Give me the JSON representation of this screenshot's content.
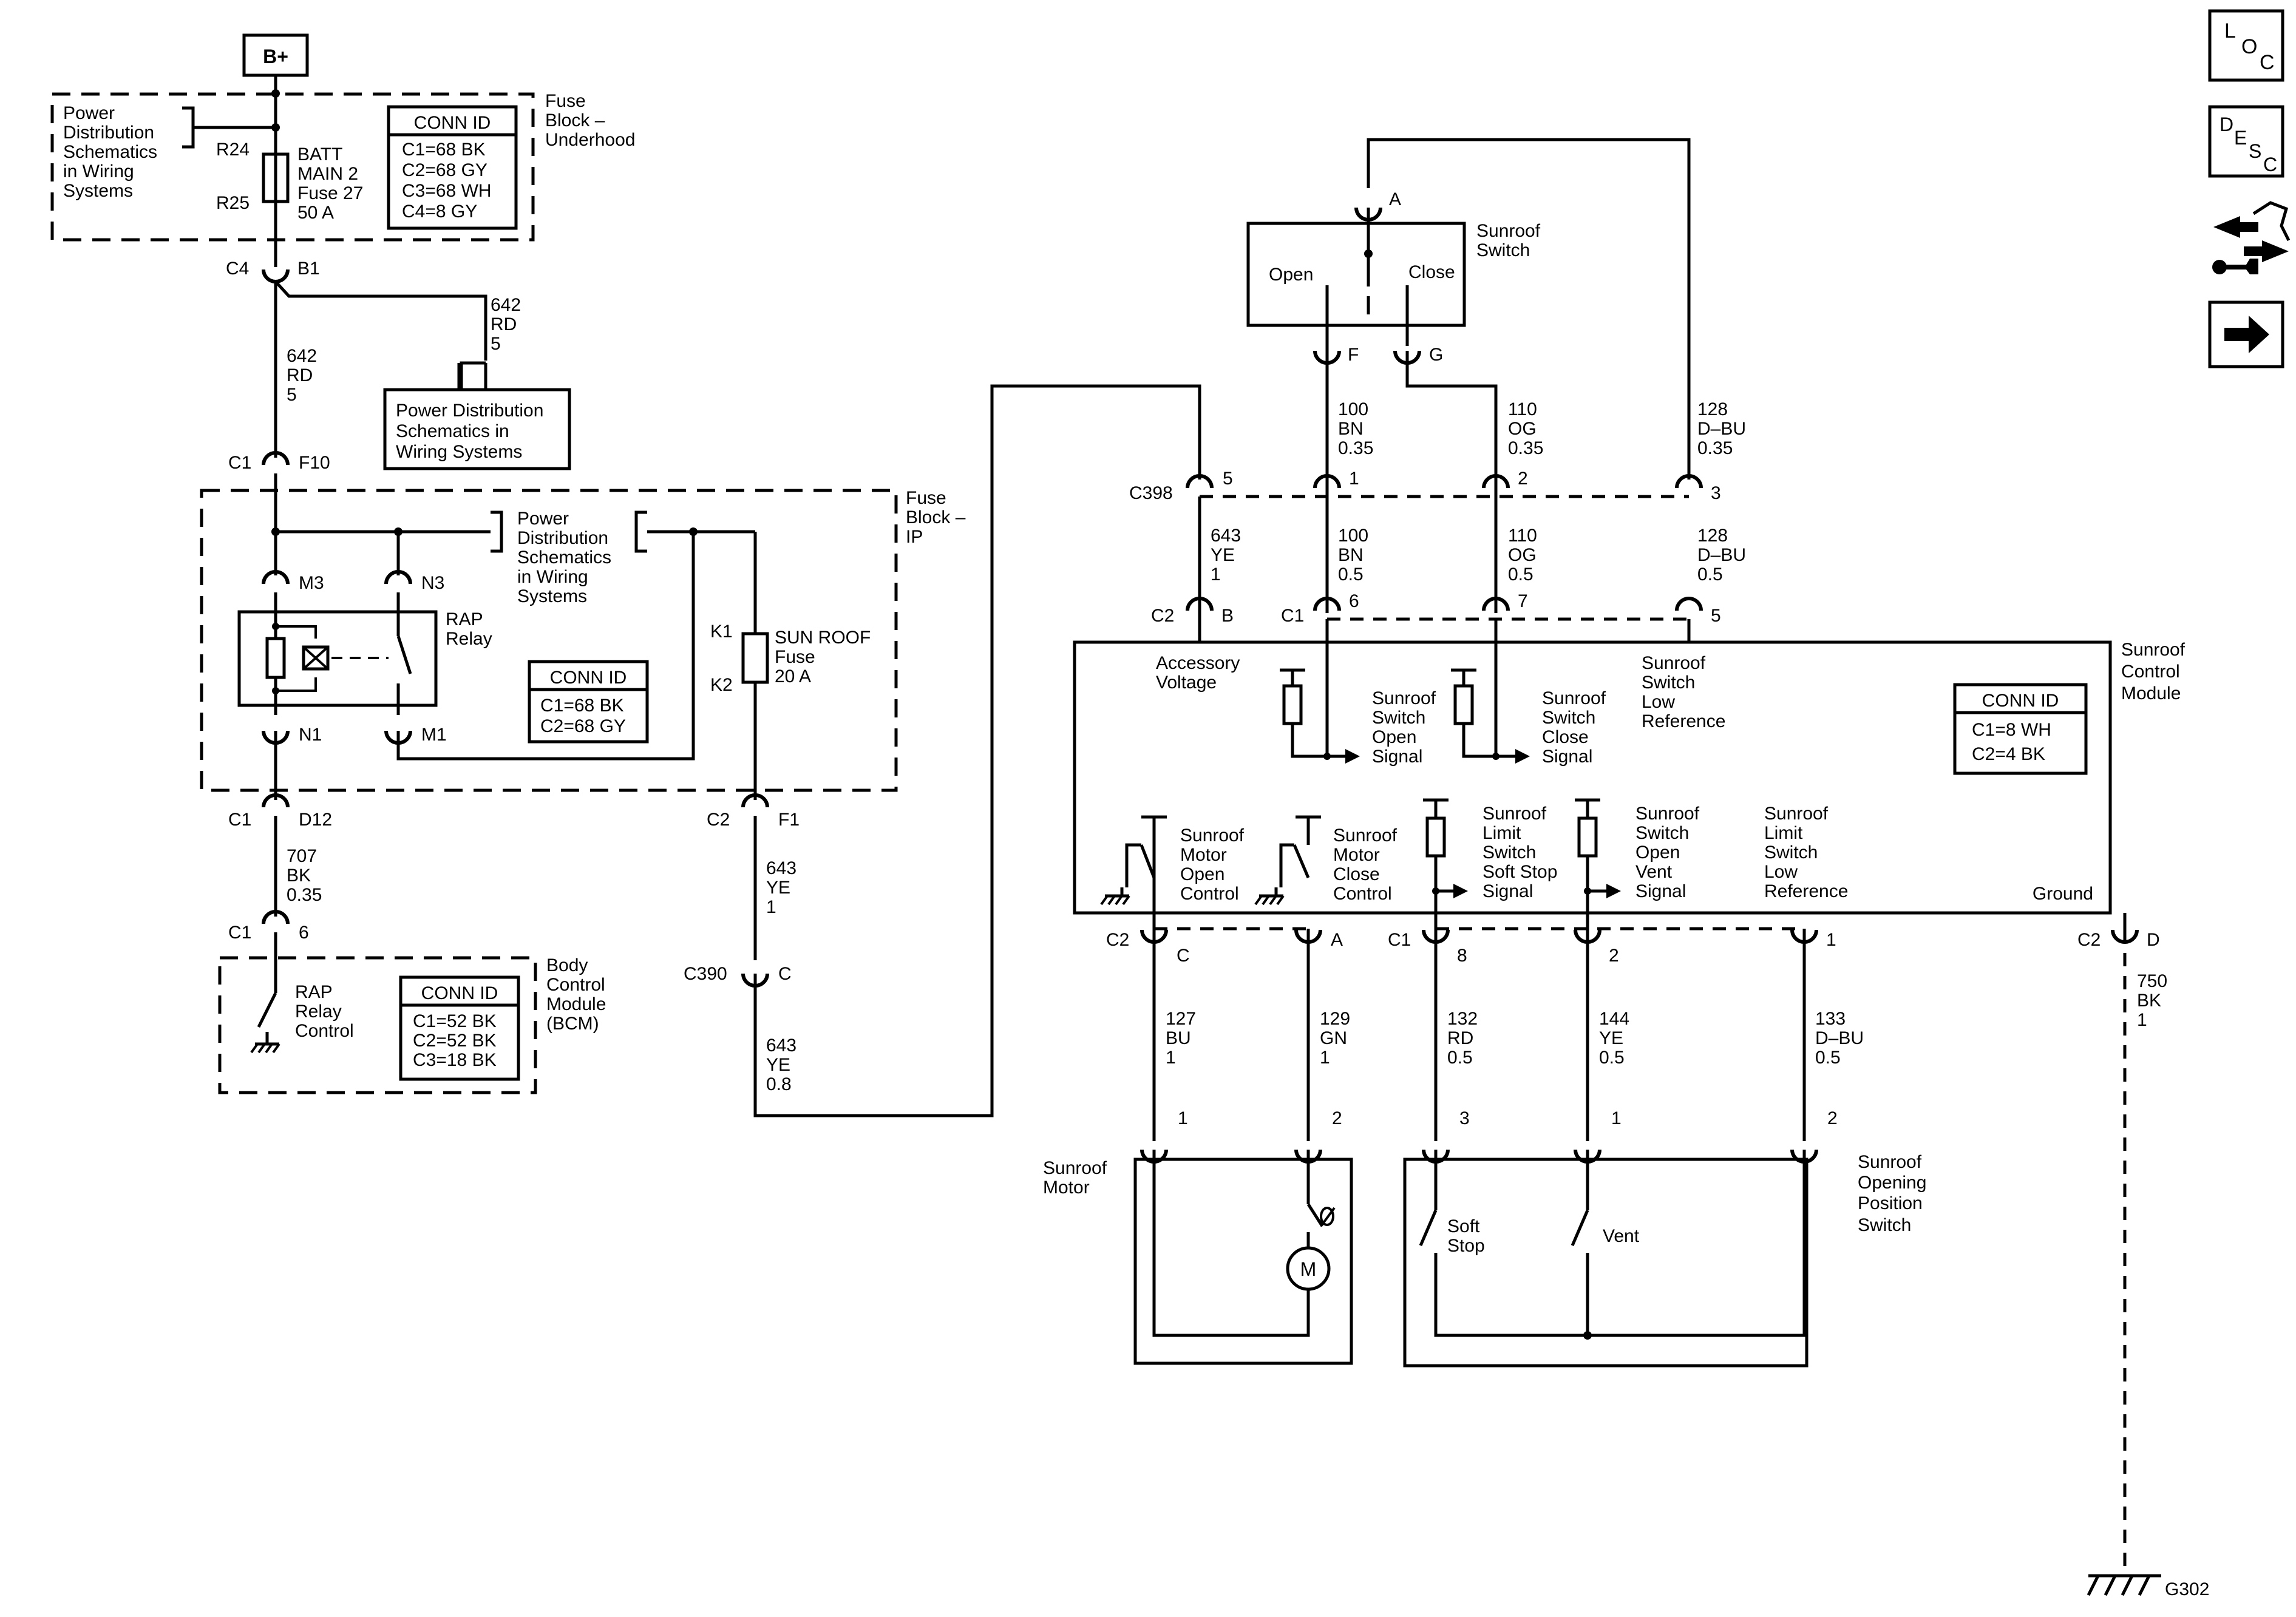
{
  "header": {
    "battery": "B+"
  },
  "fuse_block_underhood": {
    "title": [
      "Fuse",
      "Block –",
      "Underhood"
    ],
    "pds_ref": [
      "Power",
      "Distribution",
      "Schematics",
      "in Wiring",
      "Systems"
    ],
    "fuse_label": [
      "BATT",
      "MAIN 2",
      "Fuse 27",
      "50 A"
    ],
    "pin_r24": "R24",
    "pin_r25": "R25",
    "conn": {
      "title": "CONN ID",
      "lines": [
        "C1=68 BK",
        "C2=68 GY",
        "C3=68 WH",
        "C4=8 GY"
      ]
    }
  },
  "c4": {
    "conn": "C4",
    "pin": "B1"
  },
  "wire_642_branch": [
    "642",
    "RD",
    "5"
  ],
  "wire_642_main": [
    "642",
    "RD",
    "5"
  ],
  "pds_box": [
    "Power Distribution",
    "Schematics in",
    "Wiring Systems"
  ],
  "c1_f10": {
    "conn": "C1",
    "pin": "F10"
  },
  "fuse_block_ip": {
    "title": [
      "Fuse",
      "Block –",
      "IP"
    ],
    "pds_ref": [
      "Power",
      "Distribution",
      "Schematics",
      "in Wiring",
      "Systems"
    ],
    "m3": "M3",
    "n3": "N3",
    "n1": "N1",
    "m1": "M1",
    "relay": [
      "RAP",
      "Relay"
    ],
    "k1": "K1",
    "k2": "K2",
    "fuse": [
      "SUN ROOF",
      "Fuse",
      "20 A"
    ],
    "conn": {
      "title": "CONN ID",
      "lines": [
        "C1=68 BK",
        "C2=68 GY"
      ]
    }
  },
  "c1_d12": {
    "conn": "C1",
    "pin": "D12"
  },
  "c2_f1": {
    "conn": "C2",
    "pin": "F1"
  },
  "wire_707": [
    "707",
    "BK",
    "0.35"
  ],
  "wire_643_a": [
    "643",
    "YE",
    "1"
  ],
  "c390": {
    "conn": "C390",
    "pin": "C"
  },
  "wire_643_b": [
    "643",
    "YE",
    "0.8"
  ],
  "bcm": {
    "title": [
      "Body",
      "Control",
      "Module",
      "(BCM)"
    ],
    "conn_pin": {
      "conn": "C1",
      "pin": "6"
    },
    "relay_ctrl": [
      "RAP",
      "Relay",
      "Control"
    ],
    "conn": {
      "title": "CONN ID",
      "lines": [
        "C1=52 BK",
        "C2=52 BK",
        "C3=18 BK"
      ]
    }
  },
  "sunroof_switch": {
    "title": [
      "Sunroof",
      "Switch"
    ],
    "pin_a": "A",
    "open": "Open",
    "close": "Close",
    "pin_f": "F",
    "pin_g": "G"
  },
  "wires_top": {
    "w100": [
      "100",
      "BN",
      "0.35"
    ],
    "w110": [
      "110",
      "OG",
      "0.35"
    ],
    "w128": [
      "128",
      "D–BU",
      "0.35"
    ]
  },
  "c398": {
    "conn": "C398",
    "pins": [
      "5",
      "1",
      "2",
      "3"
    ]
  },
  "wires_mid": {
    "w643": [
      "643",
      "YE",
      "1"
    ],
    "w100": [
      "100",
      "BN",
      "0.5"
    ],
    "w110": [
      "110",
      "OG",
      "0.5"
    ],
    "w128": [
      "128",
      "D–BU",
      "0.5"
    ]
  },
  "scm_top_conn": {
    "c2": "C2",
    "b": "B",
    "c1": "C1",
    "p6": "6",
    "p7": "7",
    "p5": "5"
  },
  "scm": {
    "title": [
      "Sunroof",
      "Control",
      "Module"
    ],
    "accessory": [
      "Accessory",
      "Voltage"
    ],
    "open_sig": [
      "Sunroof",
      "Switch",
      "Open",
      "Signal"
    ],
    "close_sig": [
      "Sunroof",
      "Switch",
      "Close",
      "Signal"
    ],
    "low_ref": [
      "Sunroof",
      "Switch",
      "Low",
      "Reference"
    ],
    "motor_open": [
      "Sunroof",
      "Motor",
      "Open",
      "Control"
    ],
    "motor_close": [
      "Sunroof",
      "Motor",
      "Close",
      "Control"
    ],
    "soft_stop": [
      "Sunroof",
      "Limit",
      "Switch",
      "Soft Stop",
      "Signal"
    ],
    "vent_sig": [
      "Sunroof",
      "Switch",
      "Open",
      "Vent",
      "Signal"
    ],
    "limit_low": [
      "Sunroof",
      "Limit",
      "Switch",
      "Low",
      "Reference"
    ],
    "ground": "Ground",
    "conn": {
      "title": "CONN ID",
      "lines": [
        "C1=8 WH",
        "C2=4 BK"
      ]
    }
  },
  "scm_bottom_conn": {
    "c2": "C2",
    "c": "C",
    "a": "A",
    "c1": "C1",
    "p8": "8",
    "p2": "2",
    "p1": "1",
    "c2d": "C2",
    "d": "D"
  },
  "wires_bottom": {
    "w127": [
      "127",
      "BU",
      "1"
    ],
    "w129": [
      "129",
      "GN",
      "1"
    ],
    "w132": [
      "132",
      "RD",
      "0.5"
    ],
    "w144": [
      "144",
      "YE",
      "0.5"
    ],
    "w133": [
      "133",
      "D–BU",
      "0.5"
    ],
    "w750": [
      "750",
      "BK",
      "1"
    ]
  },
  "motor": {
    "title": [
      "Sunroof",
      "Motor"
    ],
    "pin1": "1",
    "pin2": "2",
    "symbol": "M"
  },
  "position_switch": {
    "title": [
      "Sunroof",
      "Opening",
      "Position",
      "Switch"
    ],
    "pin3": "3",
    "pin1": "1",
    "pin2": "2",
    "soft_stop": [
      "Soft",
      "Stop"
    ],
    "vent": "Vent"
  },
  "ground": {
    "label": "G302"
  },
  "nav_icons": {
    "loc": [
      "L",
      "O",
      "C"
    ],
    "desc": [
      "D",
      "E",
      "S",
      "C"
    ]
  }
}
